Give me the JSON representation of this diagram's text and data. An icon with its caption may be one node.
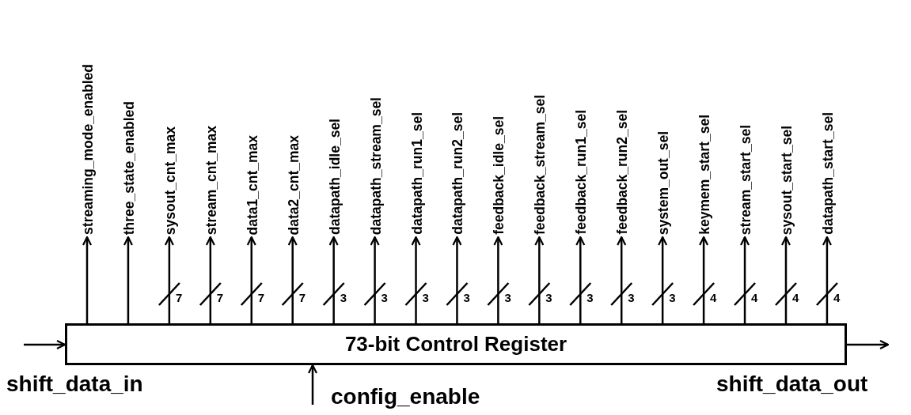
{
  "diagram": {
    "nodes": [
      {
        "text": [
          "73-bit Control Register"
        ]
      },
      {
        "text": [
          "streaming_mode_enabled"
        ]
      },
      {
        "text": [
          "three_state_enabled"
        ]
      },
      {
        "text": [
          "sysout_cnt_max"
        ]
      },
      {
        "text": [
          "stream_cnt_max"
        ]
      },
      {
        "text": [
          "data1_cnt_max"
        ]
      },
      {
        "text": [
          "data2_cnt_max"
        ]
      },
      {
        "text": [
          "datapath_idle_sel"
        ]
      },
      {
        "text": [
          "datapath_stream_sel"
        ]
      },
      {
        "text": [
          "datapath_run1_sel"
        ]
      },
      {
        "text": [
          "datapath_run2_sel"
        ]
      },
      {
        "text": [
          "feedback_idle_sel"
        ]
      },
      {
        "text": [
          "feedback_stream_sel"
        ]
      },
      {
        "text": [
          "feedback_run1_sel"
        ]
      },
      {
        "text": [
          "feedback_run2_sel"
        ]
      },
      {
        "text": [
          "system_out_sel"
        ]
      },
      {
        "text": [
          "keymem_start_sel"
        ]
      },
      {
        "text": [
          "stream_start_sel"
        ]
      },
      {
        "text": [
          "sysout_start_sel"
        ]
      },
      {
        "text": [
          "datapath_start_sel"
        ]
      }
    ],
    "edges": [
      {
        "from": 0,
        "to": 1,
        "arrow": "to"
      },
      {
        "from": 0,
        "to": 2,
        "arrow": "to"
      },
      {
        "from": 0,
        "to": 3,
        "arrow": "to",
        "label": "7"
      },
      {
        "from": 0,
        "to": 4,
        "arrow": "to",
        "label": "7"
      },
      {
        "from": 0,
        "to": 5,
        "arrow": "to",
        "label": "7"
      },
      {
        "from": 0,
        "to": 6,
        "arrow": "to",
        "label": "7"
      },
      {
        "from": 0,
        "to": 7,
        "arrow": "to",
        "label": "3"
      },
      {
        "from": 0,
        "to": 8,
        "arrow": "to",
        "label": "3"
      },
      {
        "from": 0,
        "to": 9,
        "arrow": "to",
        "label": "3"
      },
      {
        "from": 0,
        "to": 10,
        "arrow": "to",
        "label": "3"
      },
      {
        "from": 0,
        "to": 11,
        "arrow": "to",
        "label": "3"
      },
      {
        "from": 0,
        "to": 12,
        "arrow": "to",
        "label": "3"
      },
      {
        "from": 0,
        "to": 13,
        "arrow": "to",
        "label": "3"
      },
      {
        "from": 0,
        "to": 14,
        "arrow": "to",
        "label": "3"
      },
      {
        "from": 0,
        "to": 15,
        "arrow": "to",
        "label": "3"
      },
      {
        "from": 0,
        "to": 16,
        "arrow": "to",
        "label": "4"
      },
      {
        "from": 0,
        "to": 17,
        "arrow": "to",
        "label": "4"
      },
      {
        "from": 0,
        "to": 18,
        "arrow": "to",
        "label": "4"
      },
      {
        "from": 0,
        "to": 19,
        "arrow": "to",
        "label": "4"
      },
      {
        "from": null,
        "to": 0,
        "arrow": "to",
        "label": "shift_data_in"
      },
      {
        "from": null,
        "to": 0,
        "arrow": "to",
        "label": "config_enable"
      },
      {
        "from": 0,
        "to": null,
        "arrow": "to",
        "label": "shift_data_out"
      }
    ]
  }
}
